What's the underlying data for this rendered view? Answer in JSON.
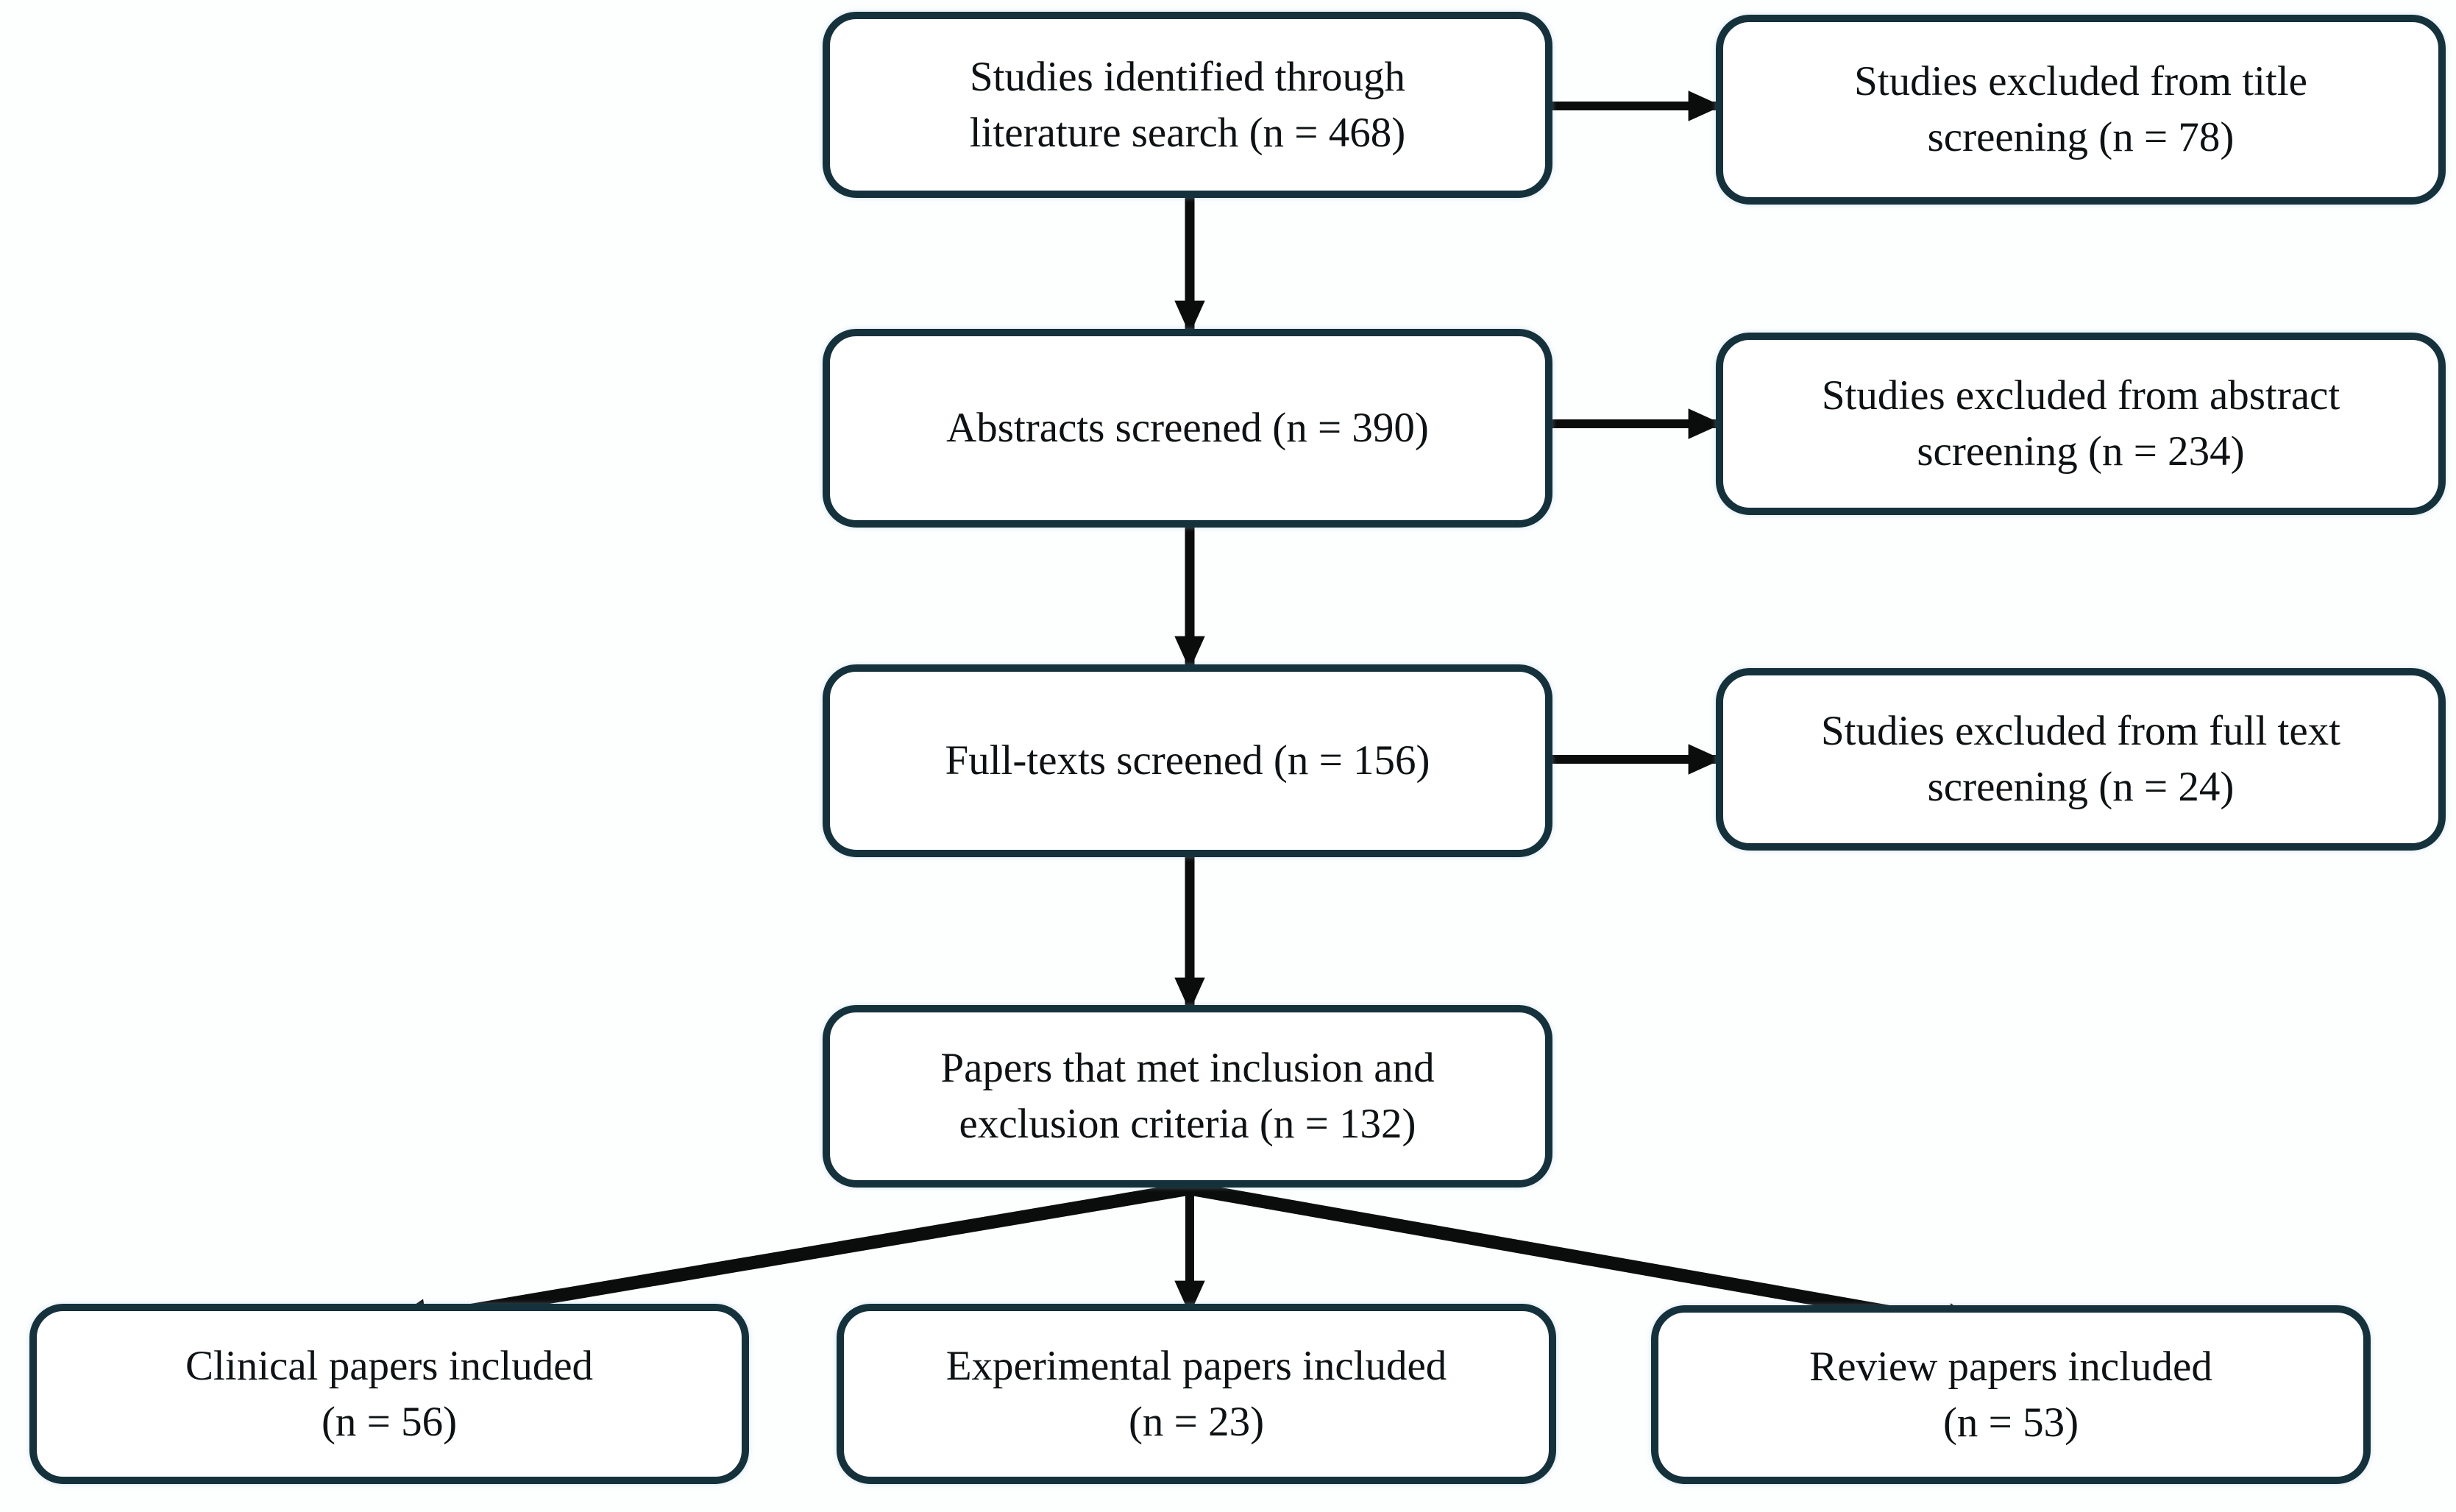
{
  "diagram": {
    "kind": "flowchart",
    "colors": {
      "box_border": "#15313c",
      "box_fill": "#ffffff",
      "arrow": "#0b0c0c",
      "background": "#fdfefe",
      "text": "#0e1214"
    },
    "boxes": {
      "identified": {
        "line1": "Studies identified through",
        "line2": "literature search (n = 468)"
      },
      "excluded_title": {
        "line1": "Studies excluded from title",
        "line2": "screening (n = 78)"
      },
      "abstracts": {
        "line1": "Abstracts screened (n = 390)"
      },
      "excluded_abstract": {
        "line1": "Studies excluded from abstract",
        "line2": "screening (n = 234)"
      },
      "fulltexts": {
        "line1": "Full-texts screened (n = 156)"
      },
      "excluded_fulltext": {
        "line1": "Studies excluded from full text",
        "line2": "screening (n = 24)"
      },
      "included": {
        "line1": "Papers that met inclusion and",
        "line2": "exclusion criteria (n = 132)"
      },
      "clinical": {
        "line1": "Clinical papers included",
        "line2": "(n = 56)"
      },
      "experimental": {
        "line1": "Experimental papers included",
        "line2": "(n = 23)"
      },
      "review": {
        "line1": "Review papers included",
        "line2": "(n = 53)"
      }
    }
  }
}
